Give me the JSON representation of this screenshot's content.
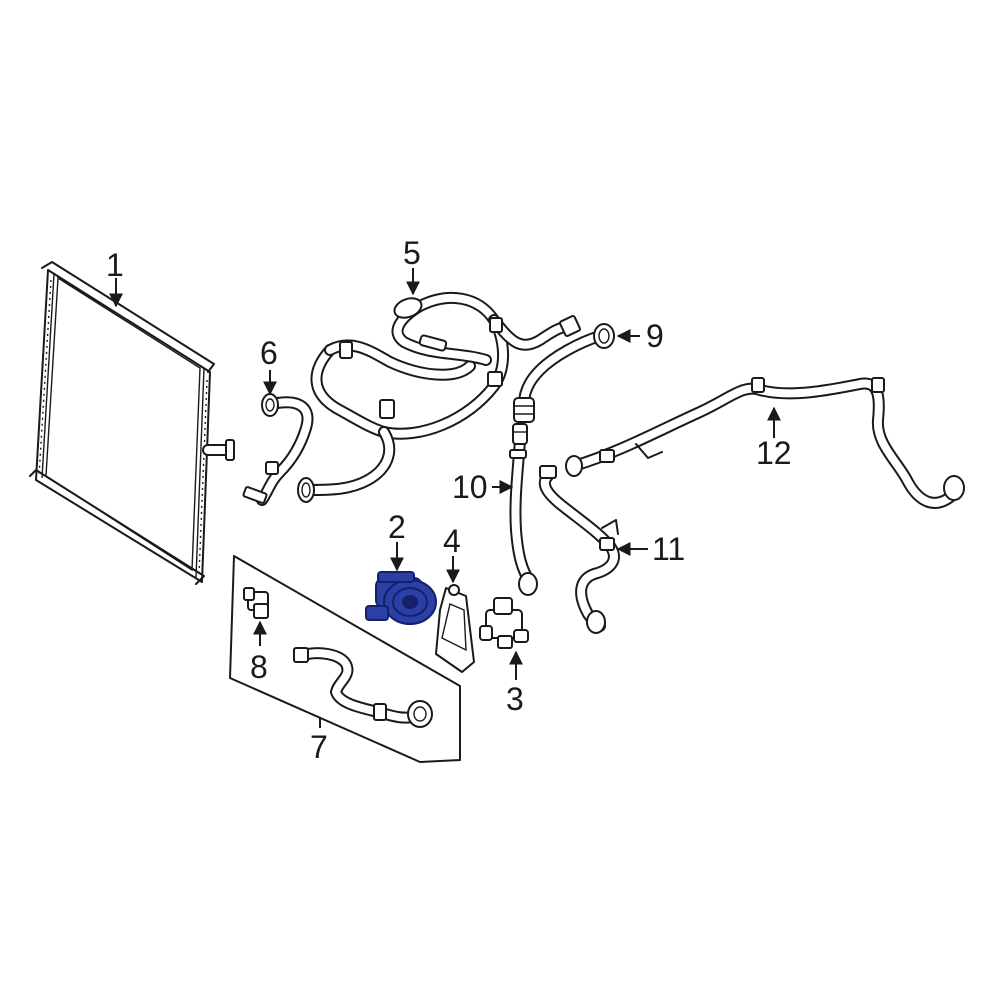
{
  "colors": {
    "line": "#1a1a1a",
    "background": "#ffffff",
    "highlight": "#2b3fa6",
    "highlight_dark": "#15206b"
  },
  "callouts": {
    "c1": "1",
    "c2": "2",
    "c3": "3",
    "c4": "4",
    "c5": "5",
    "c6": "6",
    "c7": "7",
    "c8": "8",
    "c9": "9",
    "c10": "10",
    "c11": "11",
    "c12": "12"
  },
  "highlighted_part": "2"
}
